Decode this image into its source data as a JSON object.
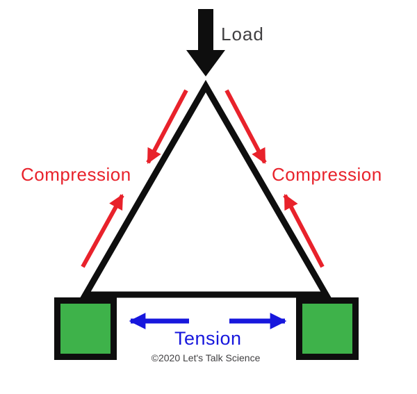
{
  "diagram": {
    "load_label": "Load",
    "compression_left_label": "Compression",
    "compression_right_label": "Compression",
    "tension_label": "Tension",
    "credit": "©2020 Let's Talk Science"
  },
  "colors": {
    "structure_black": "#0e0e0e",
    "compression_red": "#e8222b",
    "tension_blue": "#1717dd",
    "support_green": "#3eb24a",
    "text_dark": "#414042",
    "background": "#ffffff"
  },
  "icons": {
    "load_arrow": "thick-black-down-arrow",
    "compression_arrows": "red-arrows-converging-along-triangle-sides",
    "tension_arrows": "blue-arrows-pointing-outward-horizontally"
  }
}
